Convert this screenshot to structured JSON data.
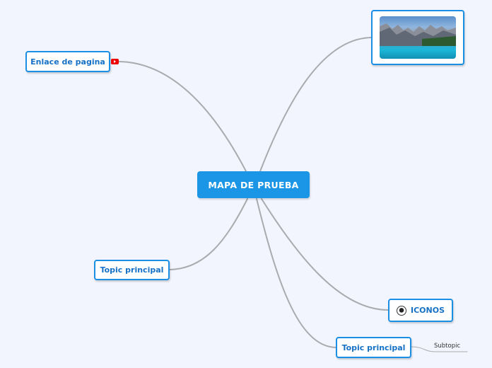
{
  "mindmap": {
    "central": {
      "label": "MAPA DE PRUEBA"
    },
    "topics": [
      {
        "id": "enlace",
        "label": "Enlace de pagina",
        "attachment_icon": "youtube-icon"
      },
      {
        "id": "imagen",
        "label": "",
        "content": "landscape-image"
      },
      {
        "id": "topic-left",
        "label": "Topic principal"
      },
      {
        "id": "iconos",
        "label": "ICONOS",
        "icon": "soccer-ball-icon"
      },
      {
        "id": "topic-bottom",
        "label": "Topic principal",
        "subtopics": [
          {
            "label": "Subtopic"
          }
        ]
      }
    ]
  },
  "colors": {
    "background": "#f2f5fe",
    "central_fill": "#1b95e6",
    "topic_border": "#1a8fe3",
    "topic_text": "#1671c6",
    "connector": "#a9abae",
    "youtube_red": "#ee0000"
  }
}
